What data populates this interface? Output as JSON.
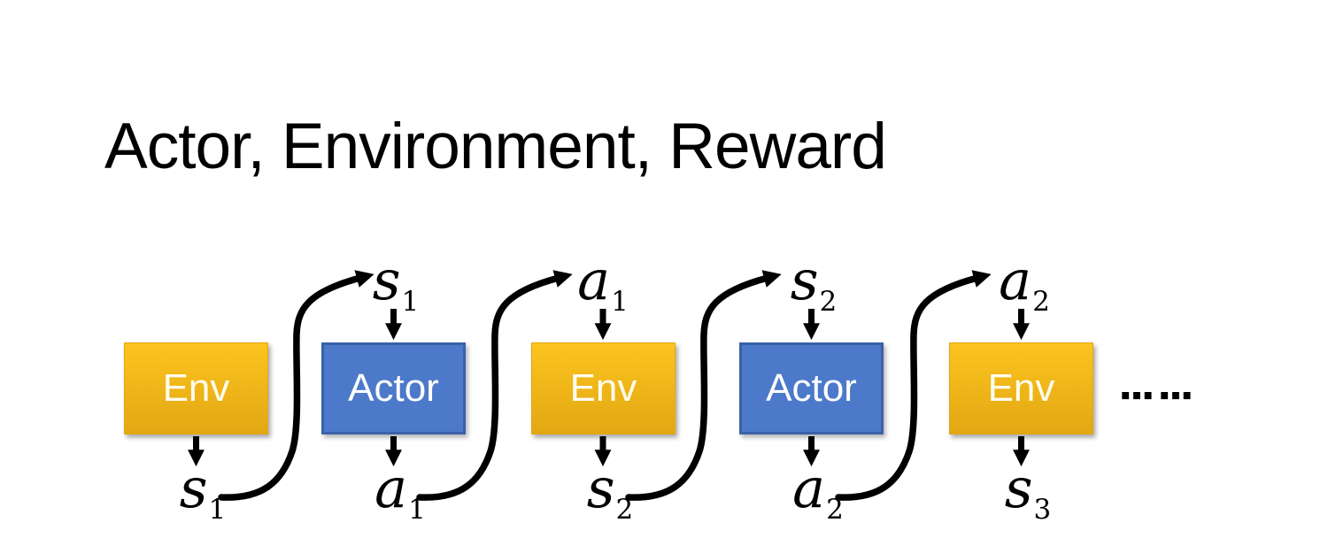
{
  "slide": {
    "title": "Actor, Environment, Reward",
    "ellipsis": "……"
  },
  "colors": {
    "title_text": "#000000",
    "arrow": "#000000",
    "env_fill_top": "#FCC41F",
    "env_fill_bottom": "#E2A713",
    "env_border": "#E0A913",
    "env_text": "#FFFCEF",
    "actor_fill": "#4C79CA",
    "actor_border": "#3A61A9",
    "actor_text": "#FFFFFF"
  },
  "diagram": {
    "boxes": [
      {
        "type": "env",
        "label": "Env"
      },
      {
        "type": "actor",
        "label": "Actor"
      },
      {
        "type": "env",
        "label": "Env"
      },
      {
        "type": "actor",
        "label": "Actor"
      },
      {
        "type": "env",
        "label": "Env"
      }
    ],
    "top_labels": [
      {
        "base": "s",
        "sub": "1"
      },
      {
        "base": "a",
        "sub": "1"
      },
      {
        "base": "s",
        "sub": "2"
      },
      {
        "base": "a",
        "sub": "2"
      }
    ],
    "bottom_labels": [
      {
        "base": "s",
        "sub": "1"
      },
      {
        "base": "a",
        "sub": "1"
      },
      {
        "base": "s",
        "sub": "2"
      },
      {
        "base": "a",
        "sub": "2"
      },
      {
        "base": "s",
        "sub": "3"
      }
    ]
  }
}
